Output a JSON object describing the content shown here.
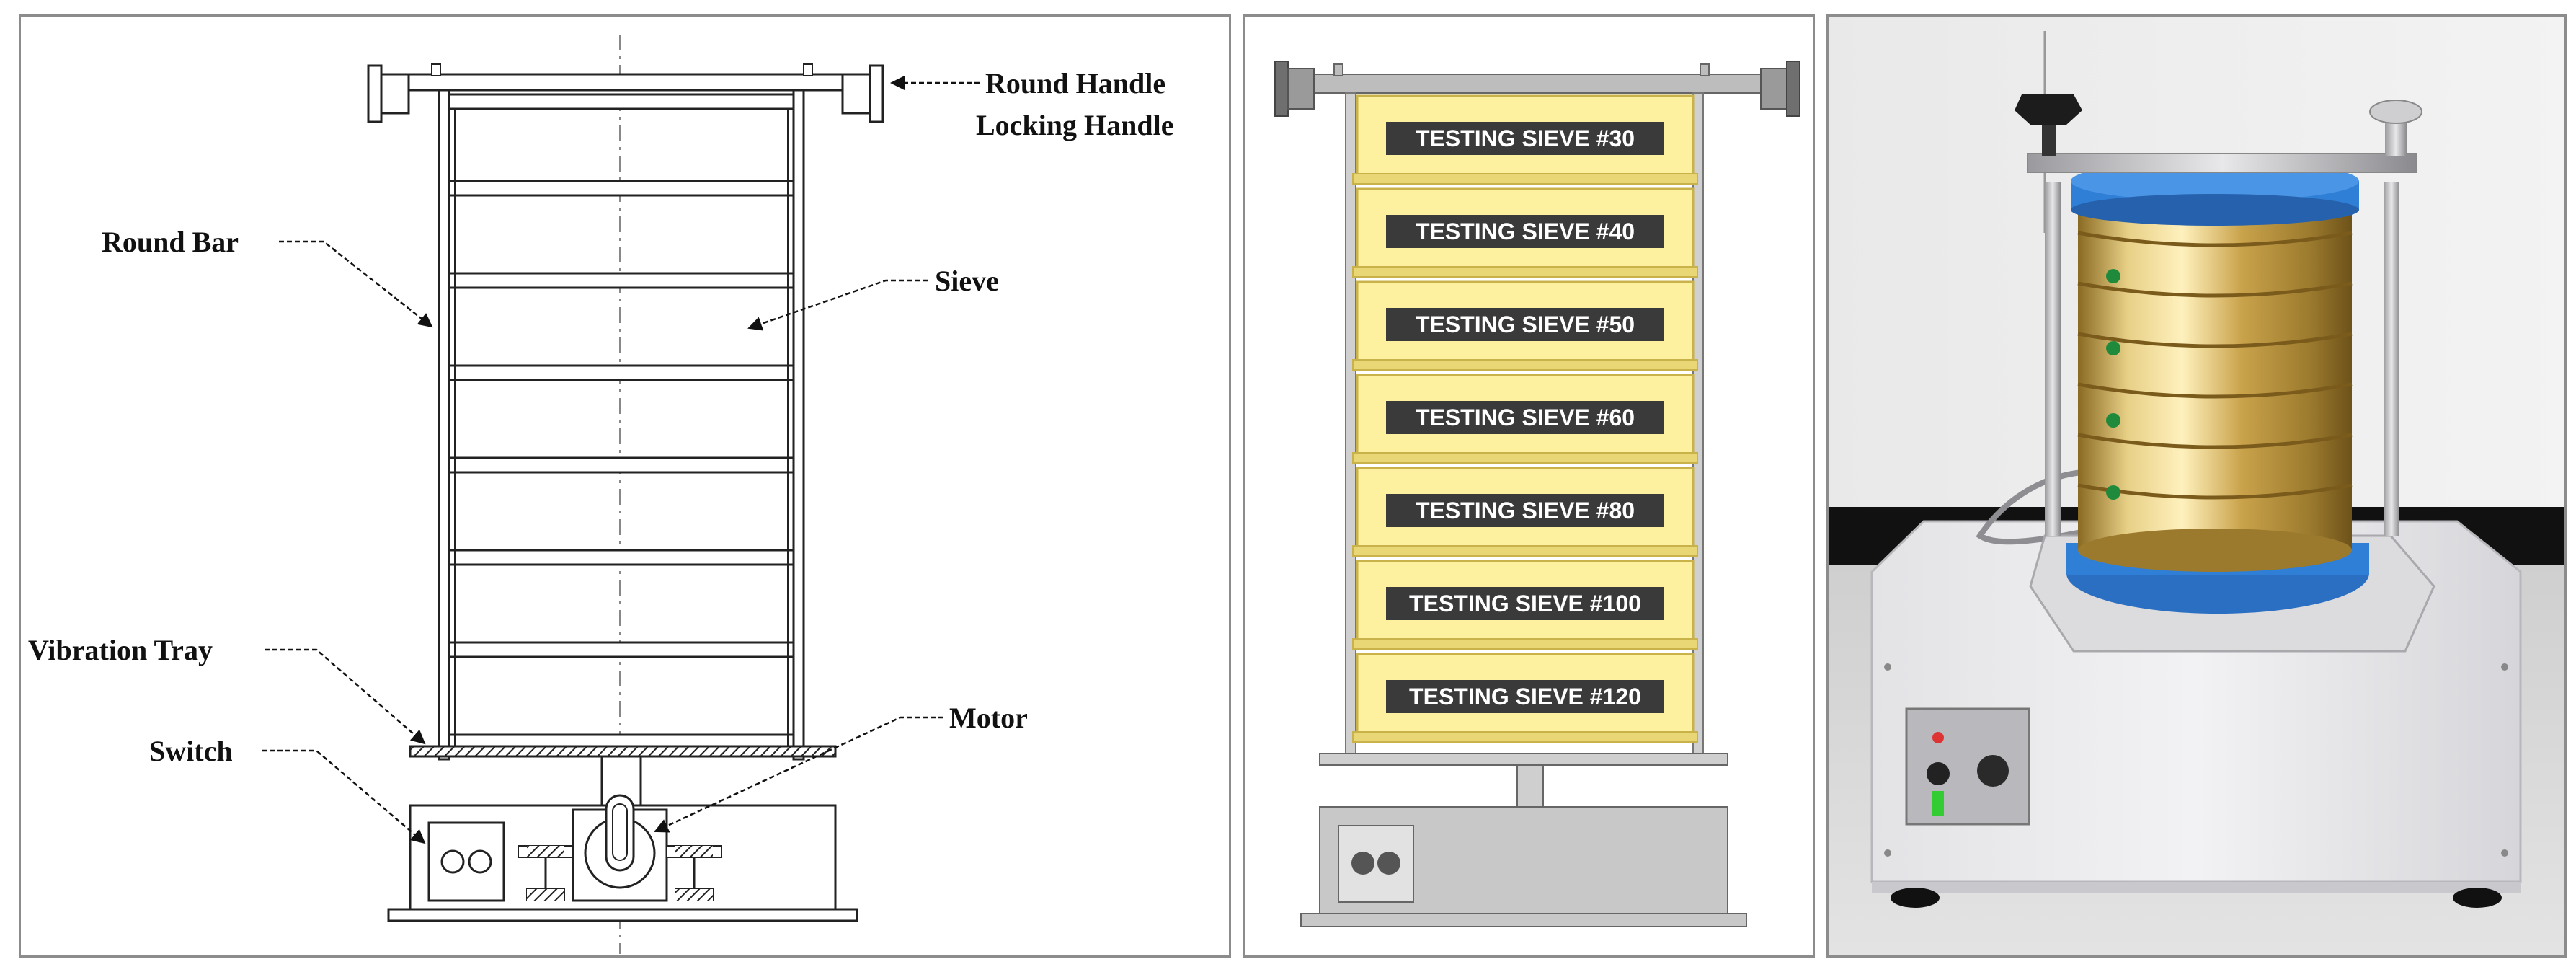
{
  "diagram": {
    "callouts": {
      "round_handle": "Round Handle",
      "locking_handle": "Locking Handle",
      "round_bar": "Round Bar",
      "sieve": "Sieve",
      "vibration_tray": "Vibration Tray",
      "switch": "Switch",
      "motor": "Motor"
    },
    "sieve_labels": [
      "TESTING SIEVE #30",
      "TESTING SIEVE #40",
      "TESTING SIEVE #50",
      "TESTING SIEVE #60",
      "TESTING SIEVE #80",
      "TESTING SIEVE #100",
      "TESTING SIEVE #120"
    ]
  },
  "colors": {
    "sieve_fill": "#fdf1a0",
    "sieve_border": "#c9b24a",
    "label_bg": "#3a3a3a",
    "base_gray": "#c8c8c8",
    "lid_blue": "#2f7fd6",
    "brass": "#c9a24a"
  }
}
